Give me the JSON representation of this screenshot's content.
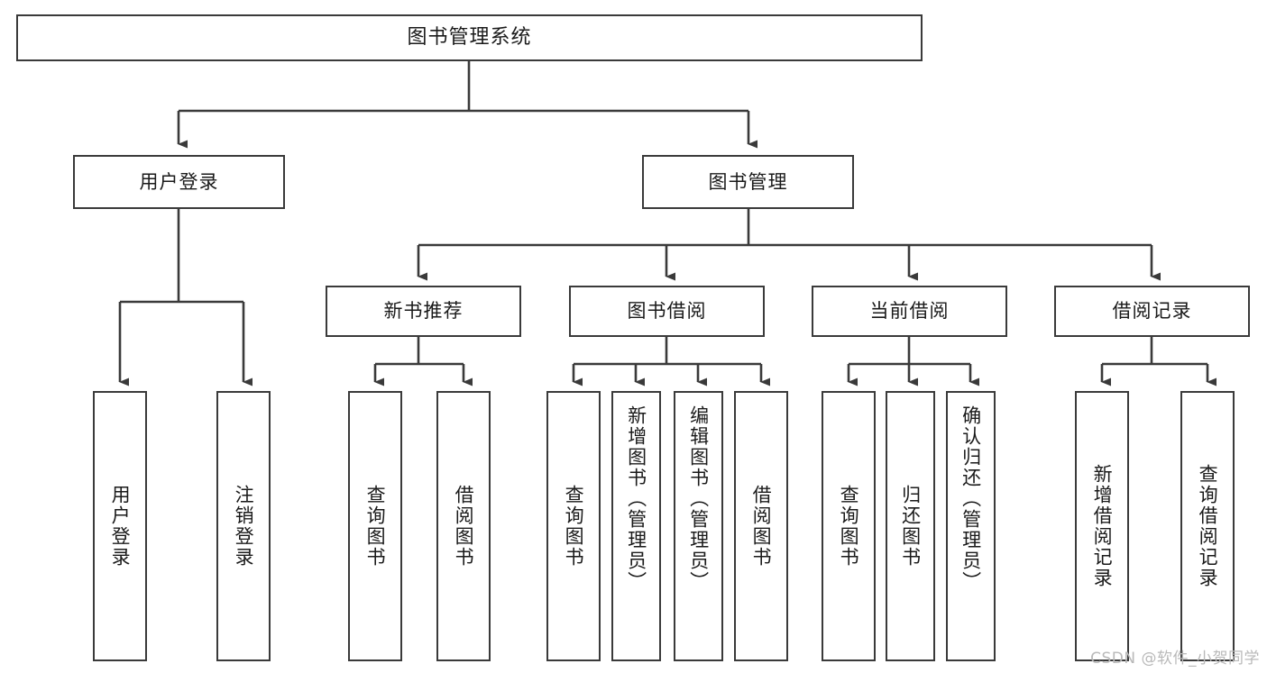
{
  "diagram": {
    "title": "图书管理系统",
    "type": "tree-hierarchy-chart",
    "watermark": "CSDN @软件_小贺同学",
    "colors": {
      "background": "#ffffff",
      "box_border": "#3a3a3a",
      "box_fill": "#ffffff",
      "text": "#1a1a1a",
      "edge": "#3a3a3a",
      "watermark": "#b9b9b9"
    },
    "levels": {
      "root": {
        "label": "图书管理系统"
      },
      "level2": [
        {
          "id": "user-login",
          "label": "用户登录"
        },
        {
          "id": "book-manage",
          "label": "图书管理"
        }
      ],
      "level3": [
        {
          "id": "new-book-rec",
          "label": "新书推荐",
          "parent": "book-manage"
        },
        {
          "id": "book-borrow",
          "label": "图书借阅",
          "parent": "book-manage"
        },
        {
          "id": "current-borrow",
          "label": "当前借阅",
          "parent": "book-manage"
        },
        {
          "id": "borrow-record",
          "label": "借阅记录",
          "parent": "book-manage"
        }
      ],
      "leaves": [
        {
          "id": "leaf-user-login",
          "label": "用户登录",
          "parent": "user-login"
        },
        {
          "id": "leaf-logout-login",
          "label": "注销登录",
          "parent": "user-login"
        },
        {
          "id": "leaf-query-book-1",
          "label": "查询图书",
          "parent": "new-book-rec"
        },
        {
          "id": "leaf-borrow-book-1",
          "label": "借阅图书",
          "parent": "new-book-rec"
        },
        {
          "id": "leaf-query-book-2",
          "label": "查询图书",
          "parent": "book-borrow"
        },
        {
          "id": "leaf-add-book",
          "label": "新增图书（管理员）",
          "parent": "book-borrow"
        },
        {
          "id": "leaf-edit-book",
          "label": "编辑图书（管理员）",
          "parent": "book-borrow"
        },
        {
          "id": "leaf-borrow-book-2",
          "label": "借阅图书",
          "parent": "book-borrow"
        },
        {
          "id": "leaf-query-book-3",
          "label": "查询图书",
          "parent": "current-borrow"
        },
        {
          "id": "leaf-return-book",
          "label": "归还图书",
          "parent": "current-borrow"
        },
        {
          "id": "leaf-confirm-return",
          "label": "确认归还（管理员）",
          "parent": "current-borrow"
        },
        {
          "id": "leaf-add-record",
          "label": "新增借阅记录",
          "parent": "borrow-record"
        },
        {
          "id": "leaf-query-record",
          "label": "查询借阅记录",
          "parent": "borrow-record"
        }
      ]
    }
  }
}
